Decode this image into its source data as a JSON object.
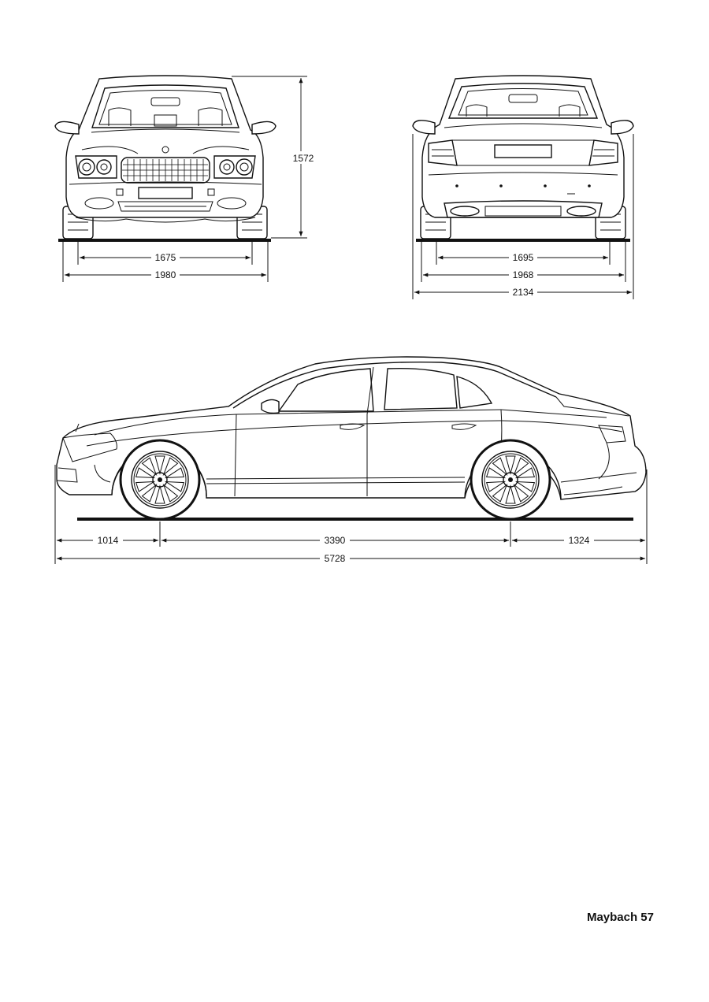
{
  "drawing": {
    "model_name": "Maybach 57",
    "front_view": {
      "height": "1572",
      "track": "1675",
      "width": "1980"
    },
    "rear_view": {
      "track": "1695",
      "width": "1968",
      "width_with_mirrors": "2134"
    },
    "side_view": {
      "front_overhang": "1014",
      "wheelbase": "3390",
      "rear_overhang": "1324",
      "length": "5728"
    }
  },
  "colors": {
    "ink": "#111111",
    "paper": "#ffffff"
  }
}
